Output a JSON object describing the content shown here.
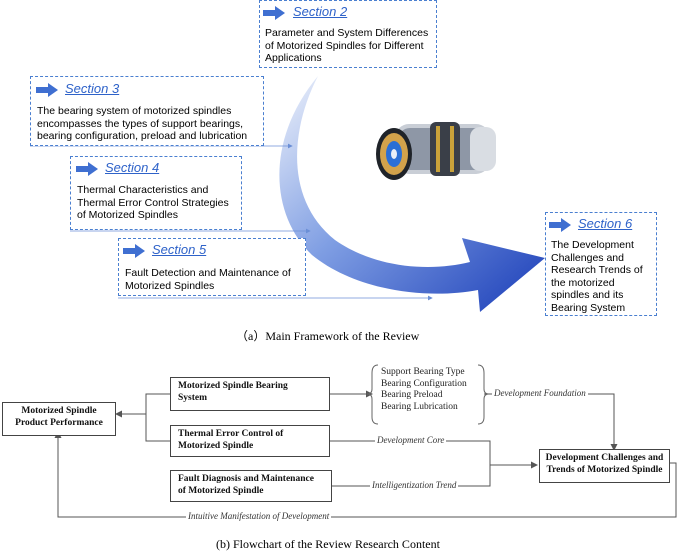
{
  "part_a": {
    "sections": [
      {
        "title": "Section 2",
        "text": "Parameter and System Differences of Motorized Spindles for Different Applications"
      },
      {
        "title": "Section 3",
        "text": "The bearing system of motorized spindles encompasses the types of support bearings, bearing configuration, preload and lubrication"
      },
      {
        "title": "Section 4",
        "text": "Thermal Characteristics and Thermal Error Control Strategies of Motorized Spindles"
      },
      {
        "title": "Section 5",
        "text": "Fault Detection and Maintenance of Motorized Spindles"
      },
      {
        "title": "Section 6",
        "text": "The Development Challenges and Research Trends of the motorized spindles and its Bearing System"
      }
    ],
    "caption": "（a）Main Framework of the Review"
  },
  "part_b": {
    "boxes": {
      "product": [
        "Motorized Spindle",
        "Product Performance"
      ],
      "bearing": [
        "Motorized Spindle Bearing",
        "System"
      ],
      "thermal": [
        "Thermal Error Control of",
        "Motorized Spindle"
      ],
      "fault": [
        "Fault Diagnosis and Maintenance",
        "of Motorized Spindle"
      ],
      "trends": [
        "Development Challenges and",
        "Trends of Motorized Spindle"
      ]
    },
    "bearing_list": [
      "Support Bearing Type",
      "Bearing Configuration",
      "Bearing Preload",
      "Bearing Lubrication"
    ],
    "labels": {
      "foundation": "Development Foundation",
      "core": "Development Core",
      "intelligent": "Intelligentization Trend",
      "manifest": "Intuitive Manifestation of Development"
    },
    "caption": "(b) Flowchart of the Review Research Content"
  },
  "colors": {
    "accent": "#2e62c9",
    "box_border": "#4a7fd0",
    "arrow_light": "#dce6f7",
    "arrow_dark": "#1f3fb5"
  }
}
